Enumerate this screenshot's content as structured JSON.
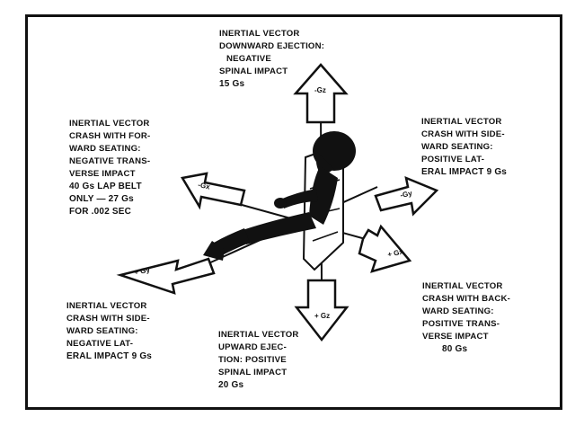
{
  "arrows": {
    "neg_gz": "-Gz",
    "pos_gz": "+ Gz",
    "neg_gx": "-Gx",
    "pos_gx": "+ Gx",
    "neg_gy": "-Gy",
    "pos_gy": "+ Gy"
  },
  "labels": {
    "top": {
      "lines": [
        "INERTIAL VECTOR",
        "DOWNWARD EJECTION:",
        "NEGATIVE",
        "SPINAL IMPACT",
        "15 Gs"
      ]
    },
    "upper_left": {
      "lines": [
        "INERTIAL VECTOR",
        "CRASH WITH FOR-",
        "WARD SEATING:",
        "NEGATIVE TRANS-",
        "VERSE IMPACT",
        "40  Gs LAP BELT",
        "ONLY — 27  Gs",
        "FOR .002 SEC"
      ]
    },
    "upper_right": {
      "lines": [
        "INERTIAL VECTOR",
        "CRASH WITH SIDE-",
        "WARD SEATING:",
        "POSITIVE LAT-",
        "ERAL IMPACT 9 Gs"
      ]
    },
    "lower_left": {
      "lines": [
        "INERTIAL VECTOR",
        "CRASH WITH SIDE-",
        "WARD SEATING:",
        "NEGATIVE LAT-",
        "ERAL IMPACT 9 Gs"
      ]
    },
    "bottom": {
      "lines": [
        "INERTIAL VECTOR",
        "UPWARD EJEC-",
        "TION: POSITIVE",
        "SPINAL IMPACT",
        "20 Gs"
      ]
    },
    "lower_right": {
      "lines": [
        "INERTIAL VECTOR",
        "CRASH WITH BACK-",
        "WARD SEATING:",
        "POSITIVE TRANS-",
        "VERSE IMPACT",
        "80 Gs"
      ]
    }
  }
}
